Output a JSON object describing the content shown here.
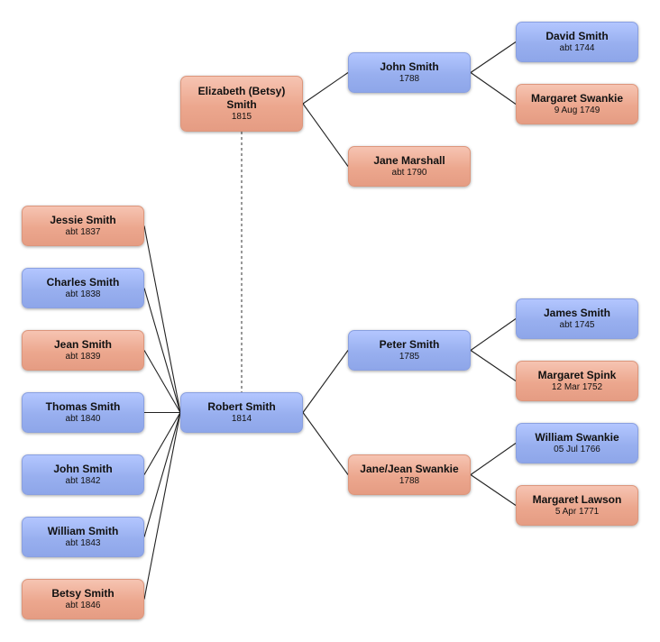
{
  "people": {
    "elizabeth": {
      "name": "Elizabeth (Betsy) Smith",
      "date": "1815",
      "sex": "female"
    },
    "robert": {
      "name": "Robert Smith",
      "date": "1814",
      "sex": "male"
    },
    "john_1788": {
      "name": "John Smith",
      "date": "1788",
      "sex": "male"
    },
    "jane_marshall": {
      "name": "Jane Marshall",
      "date": "abt 1790",
      "sex": "female"
    },
    "david": {
      "name": "David Smith",
      "date": "abt 1744",
      "sex": "male"
    },
    "margaret_swankie_1749": {
      "name": "Margaret Swankie",
      "date": "9 Aug 1749",
      "sex": "female"
    },
    "peter": {
      "name": "Peter Smith",
      "date": "1785",
      "sex": "male"
    },
    "jane_jean": {
      "name": "Jane/Jean Swankie",
      "date": "1788",
      "sex": "female"
    },
    "james": {
      "name": "James Smith",
      "date": "abt 1745",
      "sex": "male"
    },
    "margaret_spink": {
      "name": "Margaret Spink",
      "date": "12 Mar 1752",
      "sex": "female"
    },
    "william_swankie": {
      "name": "William Swankie",
      "date": "05 Jul 1766",
      "sex": "male"
    },
    "margaret_lawson": {
      "name": "Margaret Lawson",
      "date": "5 Apr 1771",
      "sex": "female"
    },
    "jessie": {
      "name": "Jessie Smith",
      "date": "abt 1837",
      "sex": "female"
    },
    "charles": {
      "name": "Charles Smith",
      "date": "abt 1838",
      "sex": "male"
    },
    "jean": {
      "name": "Jean Smith",
      "date": "abt 1839",
      "sex": "female"
    },
    "thomas": {
      "name": "Thomas Smith",
      "date": "abt 1840",
      "sex": "male"
    },
    "john_1842": {
      "name": "John Smith",
      "date": "abt 1842",
      "sex": "male"
    },
    "william_1843": {
      "name": "William Smith",
      "date": "abt 1843",
      "sex": "male"
    },
    "betsy": {
      "name": "Betsy Smith",
      "date": "abt 1846",
      "sex": "female"
    }
  },
  "connections": {
    "marriage": [
      [
        "elizabeth",
        "robert"
      ]
    ],
    "parent_child": [
      [
        "john_1788",
        "elizabeth"
      ],
      [
        "jane_marshall",
        "elizabeth"
      ],
      [
        "david",
        "john_1788"
      ],
      [
        "margaret_swankie_1749",
        "john_1788"
      ],
      [
        "peter",
        "robert"
      ],
      [
        "jane_jean",
        "robert"
      ],
      [
        "james",
        "peter"
      ],
      [
        "margaret_spink",
        "peter"
      ],
      [
        "william_swankie",
        "jane_jean"
      ],
      [
        "margaret_lawson",
        "jane_jean"
      ],
      [
        "robert",
        "jessie"
      ],
      [
        "robert",
        "charles"
      ],
      [
        "robert",
        "jean"
      ],
      [
        "robert",
        "thomas"
      ],
      [
        "robert",
        "john_1842"
      ],
      [
        "robert",
        "william_1843"
      ],
      [
        "robert",
        "betsy"
      ]
    ]
  }
}
